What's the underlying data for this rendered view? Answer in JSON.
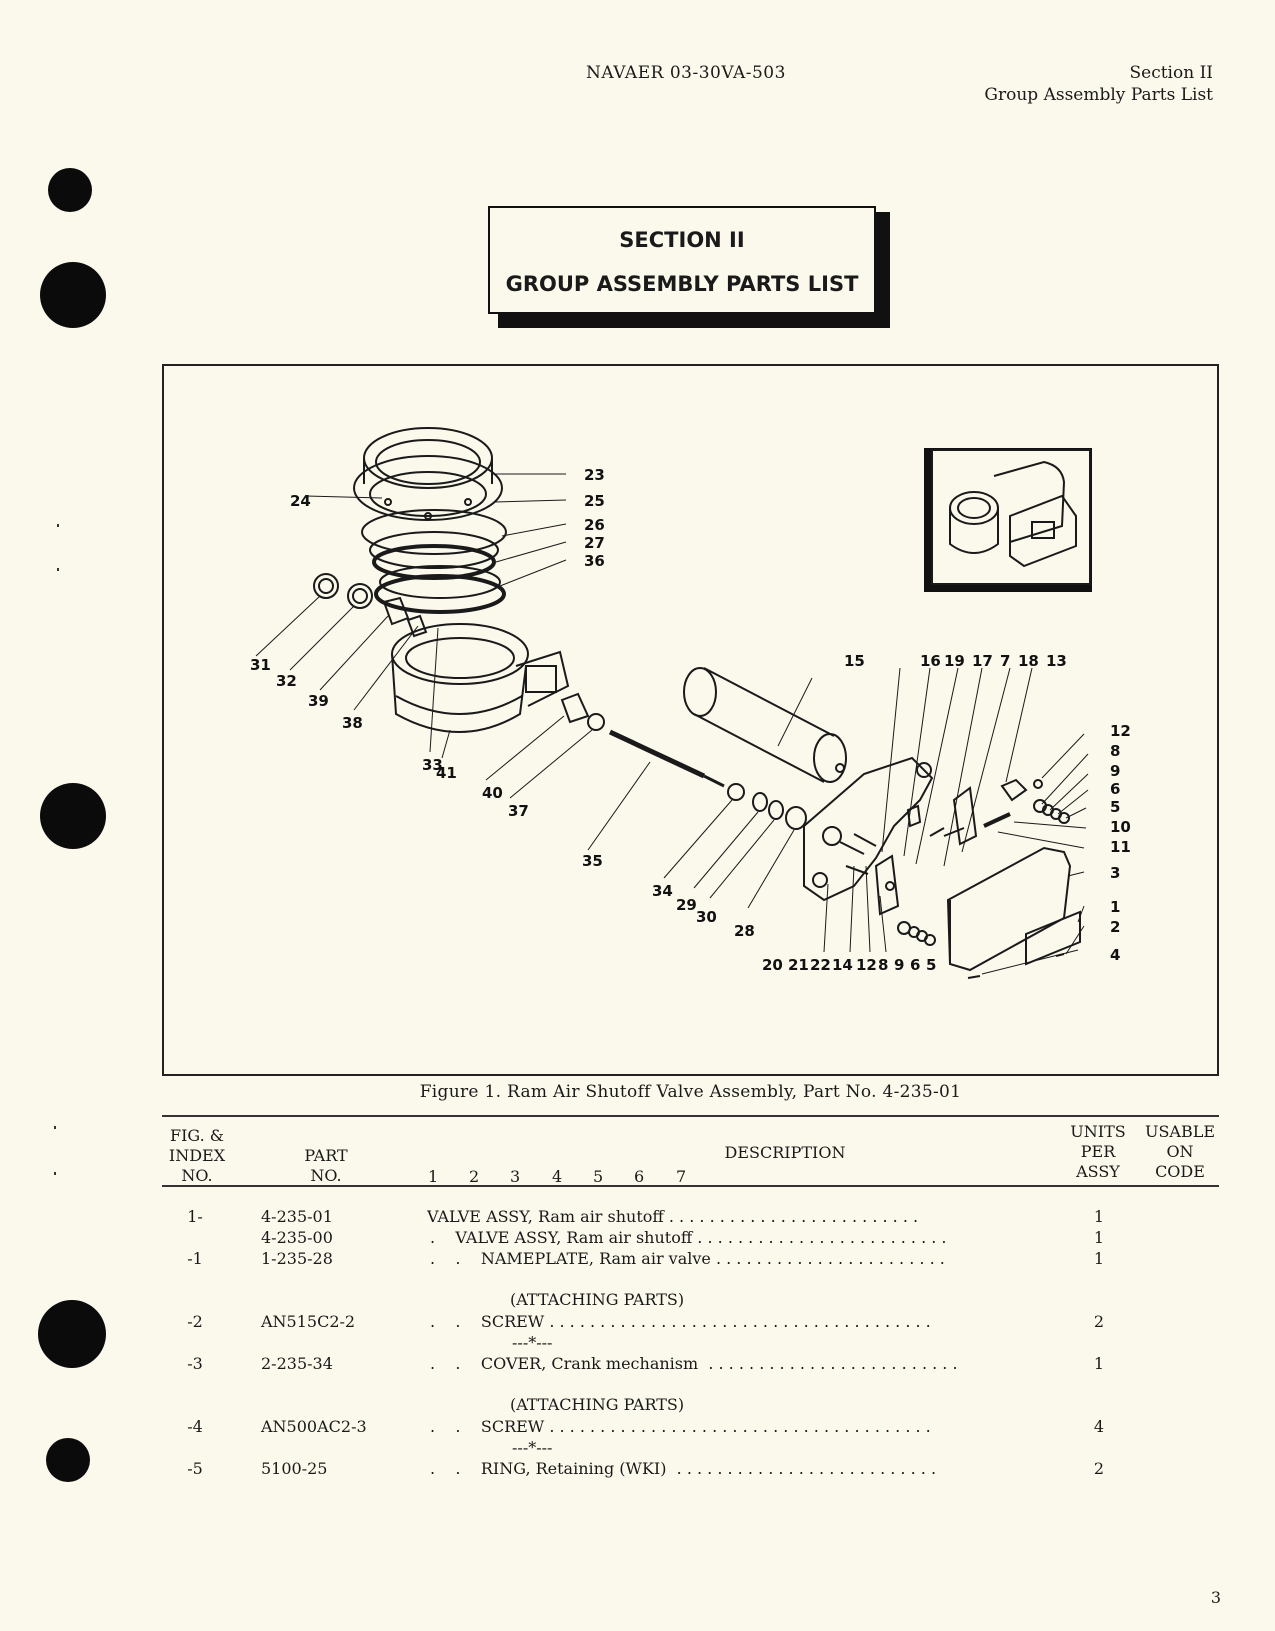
{
  "header": {
    "doc_number": "NAVAER 03-30VA-503",
    "section": "Section II",
    "section_title": "Group Assembly Parts List"
  },
  "section_box": {
    "line1": "SECTION II",
    "line2": "GROUP ASSEMBLY PARTS LIST"
  },
  "figure": {
    "caption": "Figure 1.  Ram Air Shutoff Valve Assembly, Part No. 4-235-01",
    "callouts": [
      "1",
      "2",
      "3",
      "4",
      "5",
      "6",
      "7",
      "8",
      "9",
      "10",
      "11",
      "12",
      "13",
      "14",
      "15",
      "16",
      "17",
      "18",
      "19",
      "20",
      "21",
      "22",
      "23",
      "24",
      "25",
      "26",
      "27",
      "28",
      "29",
      "30",
      "31",
      "32",
      "33",
      "34",
      "35",
      "36",
      "37",
      "38",
      "39",
      "40",
      "41"
    ]
  },
  "table": {
    "headers": {
      "fig_index": [
        "FIG. &",
        "INDEX",
        "NO."
      ],
      "part_no": [
        "PART",
        "NO."
      ],
      "description": "DESCRIPTION",
      "indent_levels": [
        "1",
        "2",
        "3",
        "4",
        "5",
        "6",
        "7"
      ],
      "units": [
        "UNITS",
        "PER",
        "ASSY"
      ],
      "usable_on": [
        "USABLE",
        "ON",
        "CODE"
      ]
    },
    "rows": [
      {
        "index": "1-",
        "part_no": "4-235-01",
        "description": "VALVE ASSY, Ram air shutoff . . . . . . . . . . . . . . . . . . . . . . . . .",
        "units": "1"
      },
      {
        "index": "",
        "part_no": "4-235-00",
        "description": ".    VALVE ASSY, Ram air shutoff . . . . . . . . . . . . . . . . . . . . . . . . .",
        "units": "1"
      },
      {
        "index": "-1",
        "part_no": "1-235-28",
        "description": ".    .    NAMEPLATE, Ram air valve . . . . . . . . . . . . . . . . . . . . . . .",
        "units": "1"
      },
      {
        "index": "",
        "part_no": "",
        "description": "(ATTACHING PARTS)",
        "units": ""
      },
      {
        "index": "-2",
        "part_no": "AN515C2-2",
        "description": ".    .    SCREW . . . . . . . . . . . . . . . . . . . . . . . . . . . . . . . . . . . . . .",
        "units": "2"
      },
      {
        "index": "",
        "part_no": "",
        "description": "---*---",
        "units": ""
      },
      {
        "index": "-3",
        "part_no": "2-235-34",
        "description": ".    .    COVER, Crank mechanism  . . . . . . . . . . . . . . . . . . . . . . . . .",
        "units": "1"
      },
      {
        "index": "",
        "part_no": "",
        "description": "(ATTACHING PARTS)",
        "units": ""
      },
      {
        "index": "-4",
        "part_no": "AN500AC2-3",
        "description": ".    .    SCREW . . . . . . . . . . . . . . . . . . . . . . . . . . . . . . . . . . . . . .",
        "units": "4"
      },
      {
        "index": "",
        "part_no": "",
        "description": "---*---",
        "units": ""
      },
      {
        "index": "-5",
        "part_no": "5100-25",
        "description": ".    .    RING, Retaining (WKI)  . . . . . . . . . . . . . . . . . . . . . . . . . .",
        "units": "2"
      }
    ]
  },
  "page_number": "3"
}
